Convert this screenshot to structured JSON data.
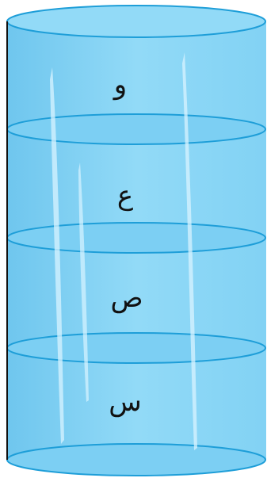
{
  "cylinder": {
    "colors": {
      "fill": "#8ed8f6",
      "ring_fill": "#7ccff3",
      "stroke": "#1e9ed8",
      "outline": "#111111",
      "highlight": "#d8f3ff"
    },
    "segments": [
      {
        "label": "و"
      },
      {
        "label": "ع"
      },
      {
        "label": "ص"
      },
      {
        "label": "س"
      }
    ]
  }
}
